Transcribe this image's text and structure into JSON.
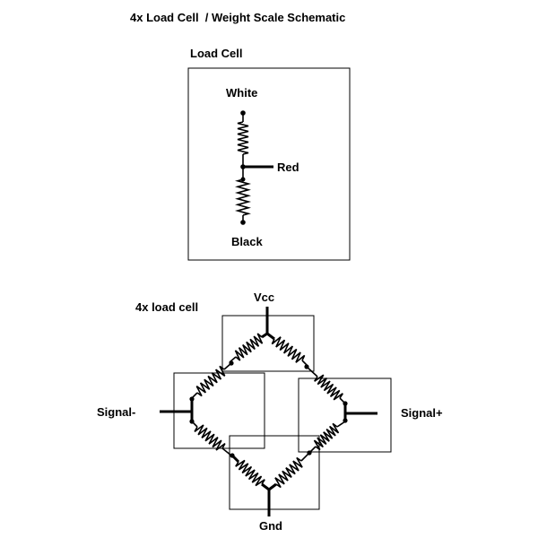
{
  "title": "4x Load Cell  / Weight Scale Schematic",
  "load_cell": {
    "heading": "Load Cell",
    "white": "White",
    "red": "Red",
    "black": "Black"
  },
  "bridge": {
    "heading": "4x load cell",
    "vcc": "Vcc",
    "gnd": "Gnd",
    "signal_minus": "Signal-",
    "signal_plus": "Signal+"
  }
}
